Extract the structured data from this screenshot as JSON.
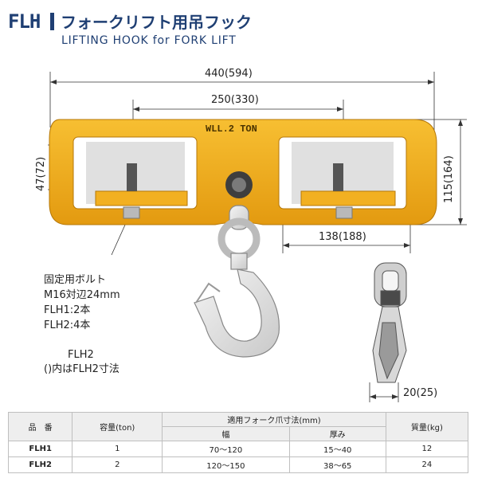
{
  "header": {
    "model": "FLH",
    "title_ja": "フォークリフト用吊フック",
    "title_en": "LIFTING HOOK for FORK LIFT",
    "accent_color": "#1f3f73"
  },
  "product": {
    "body_color": "#f3ae1a",
    "plate_text": "WLL.2 TON"
  },
  "dimensions": {
    "overall_width": "440(594)",
    "fork_span": "250(330)",
    "pocket_height": "47(72)",
    "overall_height": "115(164)",
    "pocket_width": "138(188)",
    "hook_thickness": "20(25)"
  },
  "notes": {
    "bolt_title": "固定用ボルト",
    "bolt_size": "M16対辺24mm",
    "flh1_qty": "FLH1:2本",
    "flh2_qty": "FLH2:4本",
    "flh2_label": "FLH2",
    "paren_note": "()内はFLH2寸法"
  },
  "table": {
    "headers": {
      "model": "品　番",
      "capacity": "容量(ton)",
      "fork_size": "適用フォーク爪寸法(mm)",
      "width": "幅",
      "thickness": "厚み",
      "weight": "質量(kg)"
    },
    "rows": [
      {
        "model": "FLH1",
        "capacity": "1",
        "width": "70～120",
        "thickness": "15～40",
        "weight": "12"
      },
      {
        "model": "FLH2",
        "capacity": "2",
        "width": "120～150",
        "thickness": "38～65",
        "weight": "24"
      }
    ]
  }
}
